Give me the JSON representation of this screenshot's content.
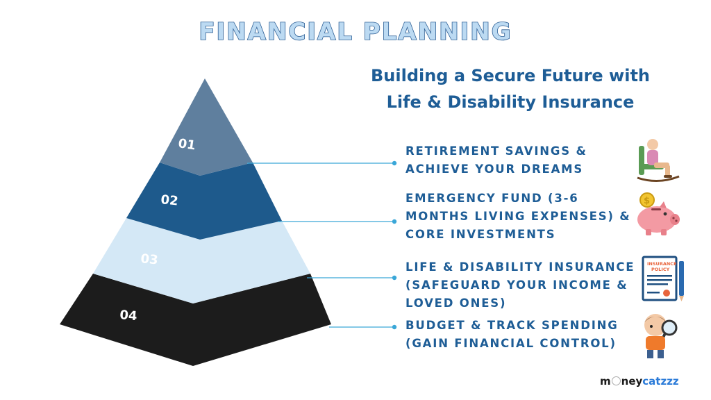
{
  "title": "FINANCIAL PLANNING",
  "subtitle": "Building a Secure Future with Life & Disability Insurance",
  "tiers": [
    {
      "label": "01",
      "text": "RETIREMENT SAVINGS &\nACHIEVE YOUR DREAMS",
      "color": "#5f7f9e",
      "icon": "retiree-rocking-chair-icon"
    },
    {
      "label": "02",
      "text": "EMERGENCY FUND (3-6\nMONTHS LIVING EXPENSES) &\nCORE INVESTMENTS",
      "color": "#1e5a8c",
      "icon": "piggy-bank-icon"
    },
    {
      "label": "03",
      "text": "LIFE & DISABILITY INSURANCE\n(SAFEGUARD YOUR INCOME &\nLOVED ONES)",
      "color": "#d4e8f6",
      "icon": "insurance-policy-icon"
    },
    {
      "label": "04",
      "text": "BUDGET & TRACK SPENDING\n(GAIN FINANCIAL CONTROL)",
      "color": "#1c1c1c",
      "icon": "magnifier-kid-icon"
    }
  ],
  "icon_labels": {
    "policy_line1": "INSURANCE",
    "policy_line2": "POLICY"
  },
  "brand": {
    "part1": "m",
    "part2": "ney",
    "part3": "catzzz"
  },
  "colors": {
    "accent": "#1e5d96",
    "connector": "#3aa7d8"
  }
}
